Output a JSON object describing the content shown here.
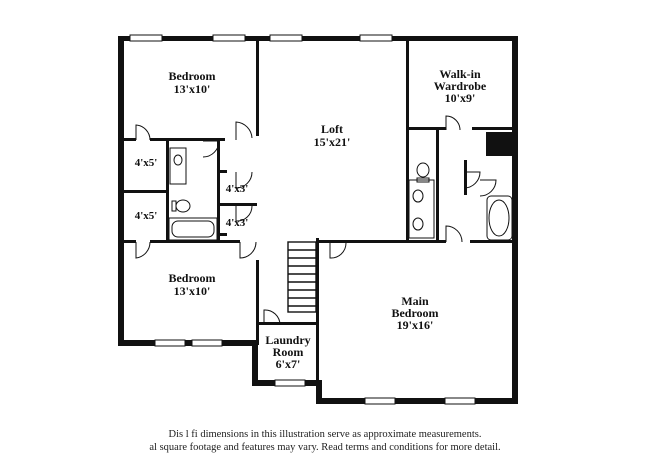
{
  "rooms": {
    "bedroom_top": {
      "name": "Bedroom",
      "dims": "13'x10'"
    },
    "loft": {
      "name": "Loft",
      "dims": "15'x21'"
    },
    "walkin": {
      "name_line1": "Walk-in",
      "name_line2": "Wardrobe",
      "dims": "10'x9'"
    },
    "closet_a": {
      "dims": "4'x5'"
    },
    "closet_b": {
      "dims": "4'x5'"
    },
    "closet_c": {
      "dims": "4'x3'"
    },
    "closet_d": {
      "dims": "4'x3'"
    },
    "bedroom_bottom": {
      "name": "Bedroom",
      "dims": "13'x10'"
    },
    "main_bedroom": {
      "name_line1": "Main",
      "name_line2": "Bedroom",
      "dims": "19'x16'"
    },
    "laundry": {
      "name_line1": "Laundry",
      "name_line2": "Room",
      "dims": "6'x7'"
    }
  },
  "disclaimer": {
    "line1": "Dis        l    fi       dimensions in this illustration serve as approximate measurements.",
    "line2": "al square footage and features may vary. Read terms and conditions for more detail."
  }
}
